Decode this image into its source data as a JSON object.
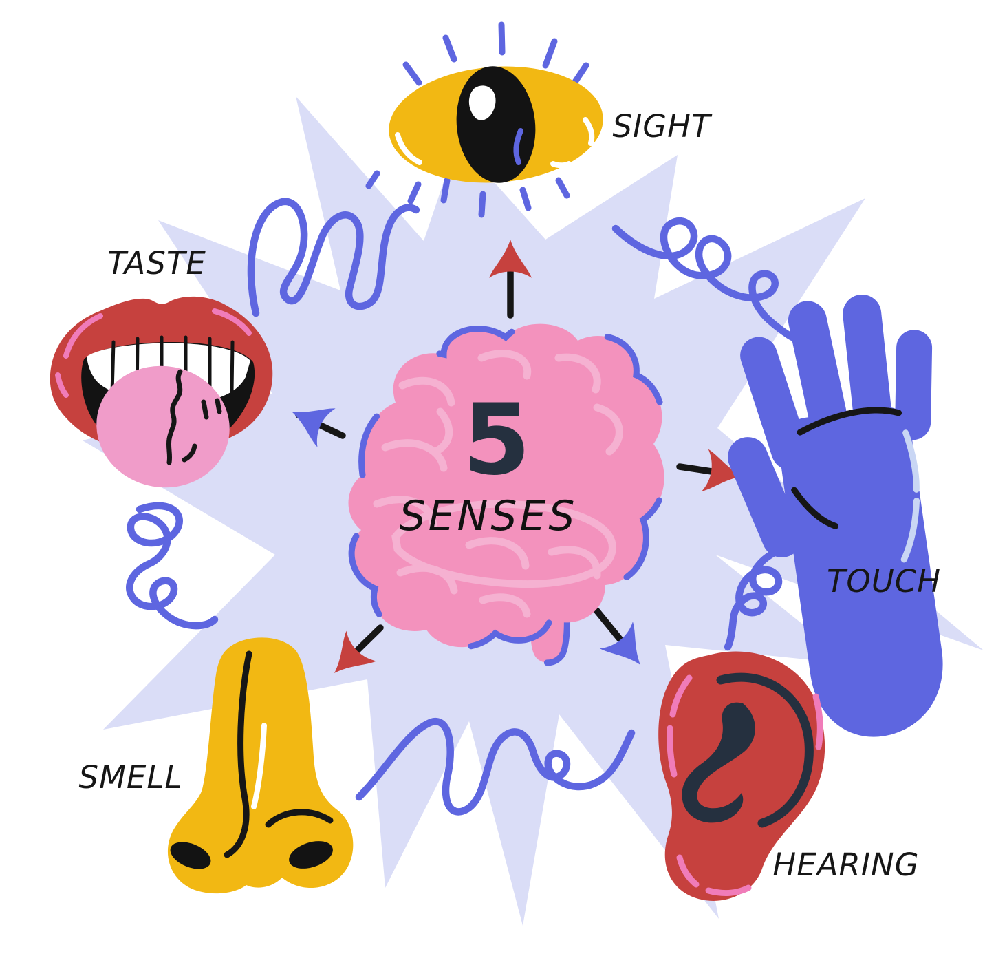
{
  "title": {
    "number": "5",
    "word": "SENSES"
  },
  "senses": [
    {
      "label": "SIGHT",
      "organ": "eye",
      "position": "top"
    },
    {
      "label": "TOUCH",
      "organ": "hand",
      "position": "right"
    },
    {
      "label": "HEARING",
      "organ": "ear",
      "position": "bottom-right"
    },
    {
      "label": "SMELL",
      "organ": "nose",
      "position": "bottom-left"
    },
    {
      "label": "TASTE",
      "organ": "mouth",
      "position": "top-left"
    }
  ],
  "colors": {
    "background": "#FFFFFF",
    "starburst": "#DADDF7",
    "accent_blue": "#5E66E0",
    "accent_yellow": "#F2B813",
    "accent_red": "#C6413E",
    "brain_pink": "#F392BD",
    "brain_gyri": "#F5B1D1",
    "tongue_pink": "#F09CC9",
    "highlight_pink": "#F07CB9",
    "dark_navy": "#25303F",
    "ink": "#161616",
    "hand_highlight": "#C9D6F4"
  }
}
